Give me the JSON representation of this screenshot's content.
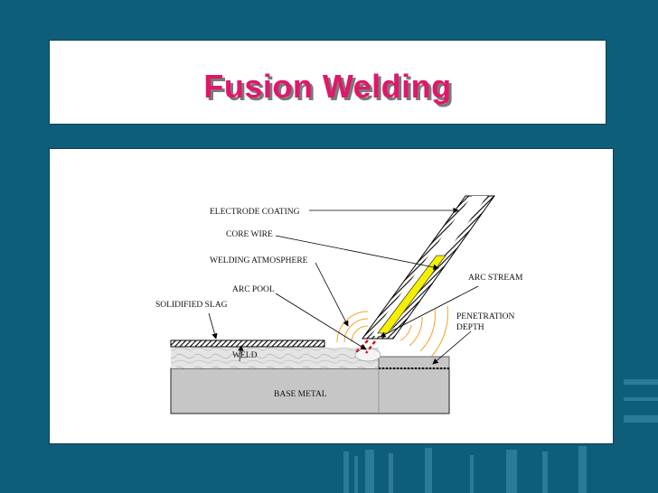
{
  "slide": {
    "title": "Fusion Welding",
    "colors": {
      "background": "#0f5e79",
      "title": "#e2166a",
      "panel": "#ffffff"
    }
  },
  "diagram": {
    "labels": {
      "electrode_coating": "ELECTRODE COATING",
      "core_wire": "CORE WIRE",
      "welding_atmosphere": "WELDING ATMOSPHERE",
      "arc_stream": "ARC STREAM",
      "arc_pool": "ARC POOL",
      "solidified_slag": "SOLIDIFIED SLAG",
      "penetration_depth_line1": "PENETRATION",
      "penetration_depth_line2": "DEPTH",
      "weld": "WELD",
      "base_metal": "BASE METAL"
    }
  }
}
